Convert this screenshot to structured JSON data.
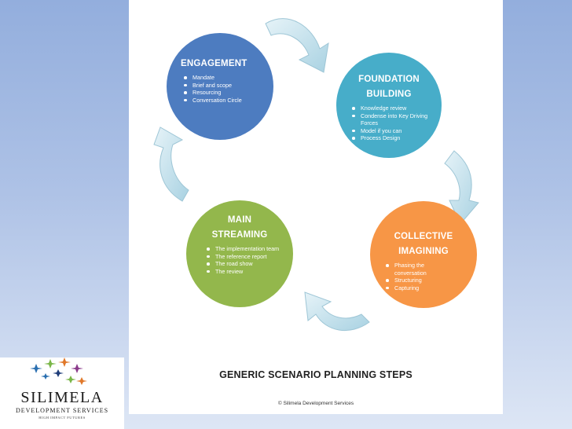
{
  "diagram": {
    "title": "GENERIC SCENARIO PLANNING STEPS",
    "copyright": "© Silimela Development Services",
    "steps": [
      {
        "title_lines": [
          "ENGAGEMENT"
        ],
        "bullets": [
          "Mandate",
          "Brief and scope",
          "Resourcing",
          "Conversation Circle"
        ],
        "color": "#4d7cc0"
      },
      {
        "title_lines": [
          "FOUNDATION",
          "BUILDING"
        ],
        "bullets": [
          "Knowledge review",
          "Condense into Key Driving Forces",
          "Model if you can",
          "Process Design"
        ],
        "color": "#47adc9"
      },
      {
        "title_lines": [
          "COLLECTIVE",
          "IMAGINING"
        ],
        "bullets": [
          "Phasing the conversation",
          "Structuring",
          "Capturing"
        ],
        "color": "#f79646"
      },
      {
        "title_lines": [
          "MAIN",
          "STREAMING"
        ],
        "bullets": [
          "The implementation team",
          "The reference report",
          "The road show",
          "The review"
        ],
        "color": "#93b74c"
      }
    ],
    "arrow_color": "#b9dce8"
  },
  "logo": {
    "name": "SILIMELA",
    "subtitle": "DEVELOPMENT SERVICES",
    "tagline": "HIGH IMPACT FUTURES",
    "colors": [
      "#2a6fb0",
      "#7ab648",
      "#e0782a",
      "#8a3a8a",
      "#1f3d7a"
    ]
  }
}
